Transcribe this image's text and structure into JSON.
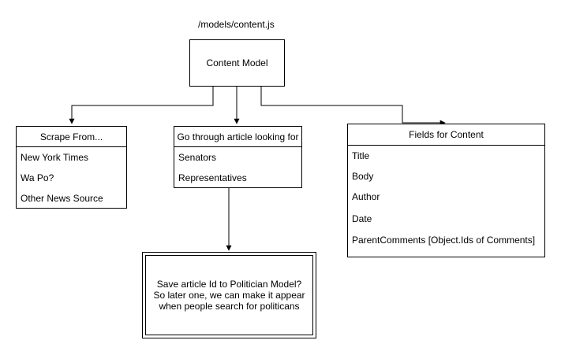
{
  "file_label": "/models/content.js",
  "content_model": {
    "title": "Content Model"
  },
  "scrape_box": {
    "header": "Scrape From...",
    "items": [
      "New York Times",
      "Wa Po?",
      "Other News Source"
    ]
  },
  "go_through_box": {
    "header": "Go through article looking for",
    "items": [
      "Senators",
      "Representatives"
    ]
  },
  "fields_box": {
    "header": "Fields for Content",
    "items": [
      "Title",
      "Body",
      "Author",
      "Date",
      "ParentComments [Object.Ids of Comments]"
    ]
  },
  "note": {
    "text": "Save article Id to Politician Model? So later one, we can make it appear when people search for politicans"
  },
  "colors": {
    "stroke": "#000000",
    "background": "#ffffff"
  }
}
